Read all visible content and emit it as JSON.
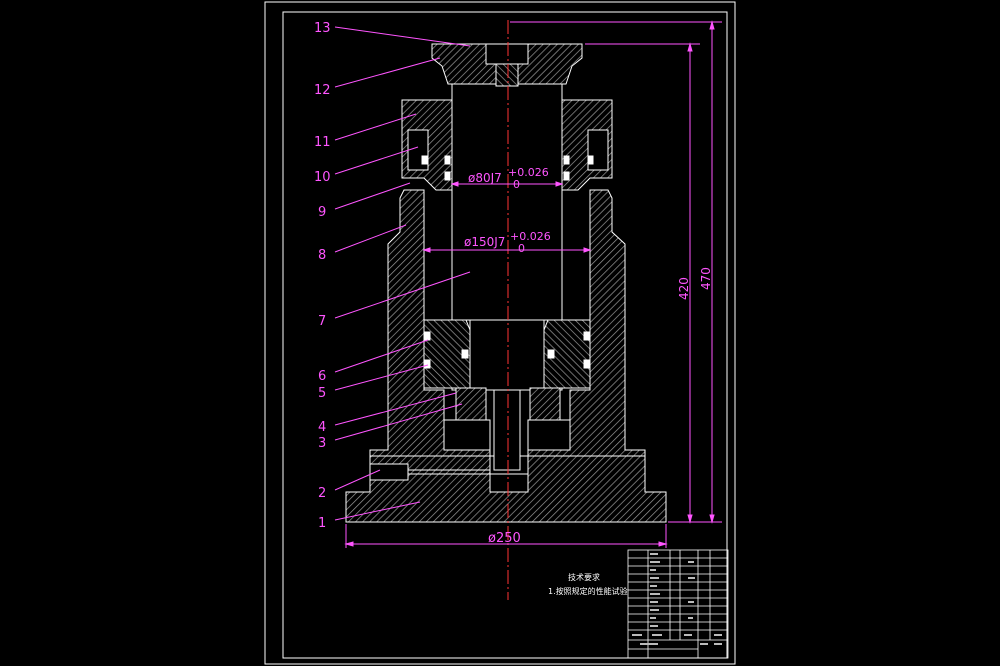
{
  "part_labels": [
    "1",
    "2",
    "3",
    "4",
    "5",
    "6",
    "7",
    "8",
    "9",
    "10",
    "11",
    "12",
    "13"
  ],
  "dimensions": {
    "bore_inner": "ø80J7",
    "bore_inner_tol_upper": "+0.026",
    "bore_inner_tol_lower": "0",
    "bore_outer": "ø150J7",
    "bore_outer_tol_upper": "+0.026",
    "bore_outer_tol_lower": "0",
    "height_inner": "420",
    "height_outer": "470",
    "base_diameter": "ø250"
  },
  "notes": {
    "title": "技术要求",
    "line1": "1.按照规定的性能试验"
  },
  "colors": {
    "background": "#000000",
    "outline": "#ffffff",
    "dimension": "#ff55ff",
    "centerline": "#ff3333",
    "seal": "#ffffff"
  }
}
